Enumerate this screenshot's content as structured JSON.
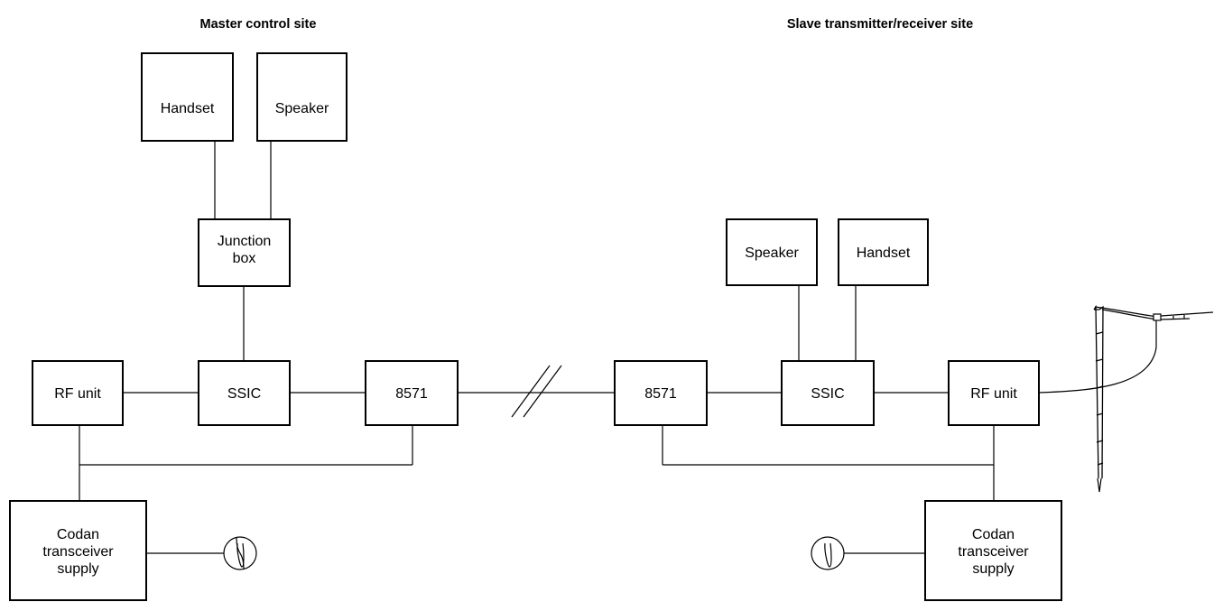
{
  "headings": {
    "master": "Master control site",
    "slave": "Slave transmitter/receiver site"
  },
  "master": {
    "handset": "Handset",
    "speaker": "Speaker",
    "junction_line1": "Junction",
    "junction_line2": "box",
    "rf_unit": "RF unit",
    "ssic": "SSIC",
    "unit_8571": "8571",
    "supply_line1": "Codan",
    "supply_line2": "transceiver",
    "supply_line3": "supply"
  },
  "slave": {
    "speaker": "Speaker",
    "handset": "Handset",
    "unit_8571": "8571",
    "ssic": "SSIC",
    "rf_unit": "RF unit",
    "supply_line1": "Codan",
    "supply_line2": "transceiver",
    "supply_line3": "supply"
  }
}
